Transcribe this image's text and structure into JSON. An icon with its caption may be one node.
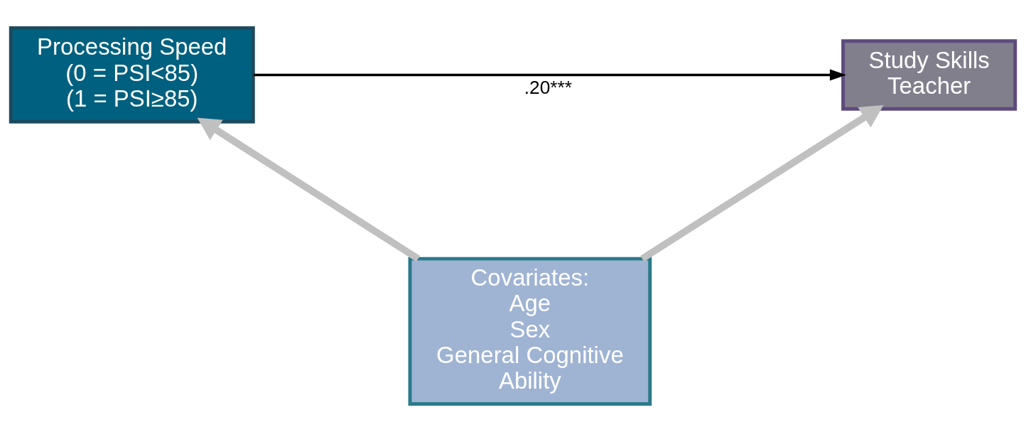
{
  "diagram": {
    "nodes": [
      {
        "text": [
          "Processing Speed (0 = PSI<85) (1 = PSI≥85)"
        ]
      },
      {
        "text": [
          "Study Skills Teacher"
        ]
      },
      {
        "text": [
          "Covariates: Age Sex General Cognitive Ability"
        ]
      }
    ],
    "edges": [
      {
        "from": 0,
        "to": 1,
        "arrow": "to",
        "label": ".20***",
        "color": "#000000"
      },
      {
        "from": 2,
        "to": 0,
        "arrow": "to"
      },
      {
        "from": 2,
        "to": 1,
        "arrow": "to"
      }
    ]
  }
}
